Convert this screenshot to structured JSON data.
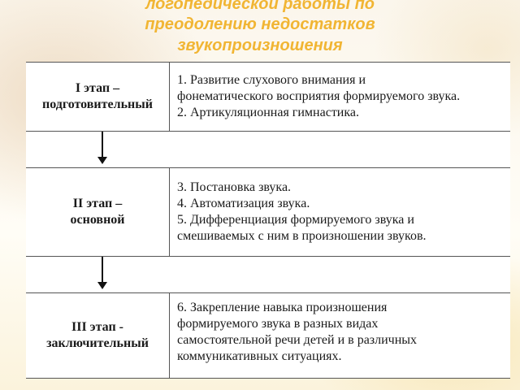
{
  "slide": {
    "title_lines": [
      "логопедической работы по",
      "преодолению недостатков",
      "звукопроизношения"
    ]
  },
  "stages": [
    {
      "name_lines": [
        "I этап –",
        "подготовительный"
      ],
      "steps": [
        "1. Развитие слухового внимания и",
        "фонематического восприятия формируемого звука.",
        "2. Артикуляционная гимнастика."
      ]
    },
    {
      "name_lines": [
        "II этап –",
        "основной"
      ],
      "steps": [
        "3. Постановка звука.",
        "4. Автоматизация звука.",
        "5. Дифференциация формируемого звука и",
        "смешиваемых  с ним в произношении звуков."
      ]
    },
    {
      "name_lines": [
        "III этап -",
        "заключительный"
      ],
      "steps": [
        "6. Закрепление навыка произношения",
        "формируемого звука в разных видах",
        "самостоятельной речи детей и в различных",
        "коммуникативных ситуациях."
      ]
    }
  ],
  "colors": {
    "title": "#f1b533",
    "text": "#1a1a1a",
    "rule": "#555555"
  }
}
